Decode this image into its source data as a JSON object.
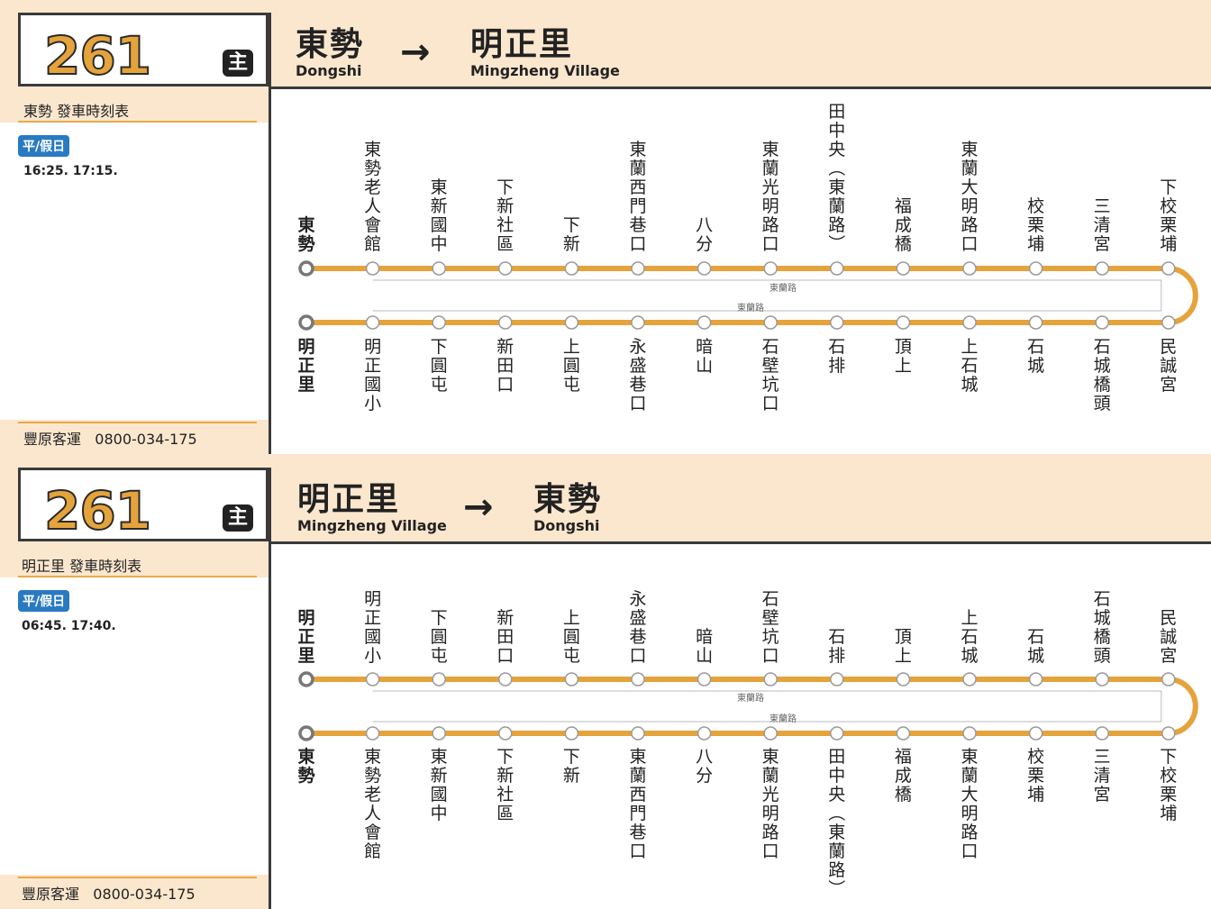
{
  "route_number": "261",
  "main_badge": "主",
  "operator": "豐原客運",
  "phone": "0800-034-175",
  "colors": {
    "route_line": "#e5a33c",
    "badge_blue": "#2a7ac2",
    "background": "#fbe7ce"
  },
  "panels": [
    {
      "from_zh": "東勢",
      "from_en": "Dongshi",
      "to_zh": "明正里",
      "to_en": "Mingzheng Village",
      "arrow": "→",
      "timetable_title": "東勢  發車時刻表",
      "day_label": "平/假日",
      "times": "16:25. 17:15.",
      "top_row": [
        "東勢",
        "東勢老人會館",
        "東新國中",
        "下新社區",
        "下新",
        "東蘭西門巷口",
        "八分",
        "東蘭光明路口",
        "田中央(東蘭路)",
        "福成橋",
        "東蘭大明路口",
        "校栗埔",
        "三清宮",
        "下校栗埔"
      ],
      "bottom_row": [
        "明正里",
        "明正國小",
        "下圓屯",
        "新田口",
        "上圓屯",
        "永盛巷口",
        "暗山",
        "石壁坑口",
        "石排",
        "頂上",
        "上石城",
        "石城",
        "石城橋頭",
        "民誠宮"
      ],
      "road_upper": "東蘭路",
      "road_lower": "東蘭路"
    },
    {
      "from_zh": "明正里",
      "from_en": "Mingzheng Village",
      "to_zh": "東勢",
      "to_en": "Dongshi",
      "arrow": "→",
      "timetable_title": "明正里  發車時刻表",
      "day_label": "平/假日",
      "times": "06:45. 17:40.",
      "top_row": [
        "明正里",
        "明正國小",
        "下圓屯",
        "新田口",
        "上圓屯",
        "永盛巷口",
        "暗山",
        "石壁坑口",
        "石排",
        "頂上",
        "上石城",
        "石城",
        "石城橋頭",
        "民誠宮"
      ],
      "bottom_row": [
        "東勢",
        "東勢老人會館",
        "東新國中",
        "下新社區",
        "下新",
        "東蘭西門巷口",
        "八分",
        "東蘭光明路口",
        "田中央(東蘭路)",
        "福成橋",
        "東蘭大明路口",
        "校栗埔",
        "三清宮",
        "下校栗埔"
      ],
      "road_upper": "東蘭路",
      "road_lower": "東蘭路"
    }
  ]
}
